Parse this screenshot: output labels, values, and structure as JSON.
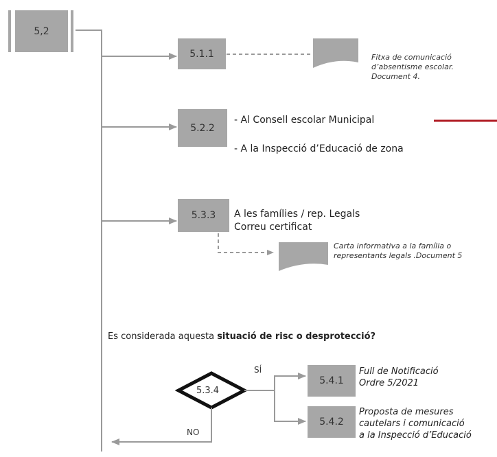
{
  "nodes": {
    "n52": "5,2",
    "n511": "5.1.1",
    "n522": "5.2.2",
    "n533": "5.3.3",
    "n534": "5.3.4",
    "n541": "5.4.1",
    "n542": "5.4.2"
  },
  "doc1": {
    "line1": "Fitxa de comunicació",
    "line2": "d’absentisme escolar.",
    "line3": "Document  4."
  },
  "recipients": {
    "line1": "- Al Consell escolar Municipal",
    "line2": "- A la Inspecció d’Educació de zona"
  },
  "families": {
    "line1": "A les famílies / rep. Legals",
    "line2": "Correu certificat"
  },
  "doc2": {
    "line1": "Carta informativa a la família o",
    "line2": "representants legals .Document 5"
  },
  "question": {
    "prefix": "Es considerada aquesta ",
    "bold": "situació de risc o desprotecció?"
  },
  "branches": {
    "yes": "SÍ",
    "no": "NO"
  },
  "outcome1": {
    "line1": "Full de Notificació",
    "line2": "Ordre 5/2021"
  },
  "outcome2": {
    "line1": "Proposta de mesures",
    "line2": "cautelars i comunicació",
    "line3": "a la Inspecció d’Educació"
  },
  "colors": {
    "box": "#a7a7a7",
    "line": "#9a9a9a",
    "accent": "#b01c24"
  }
}
